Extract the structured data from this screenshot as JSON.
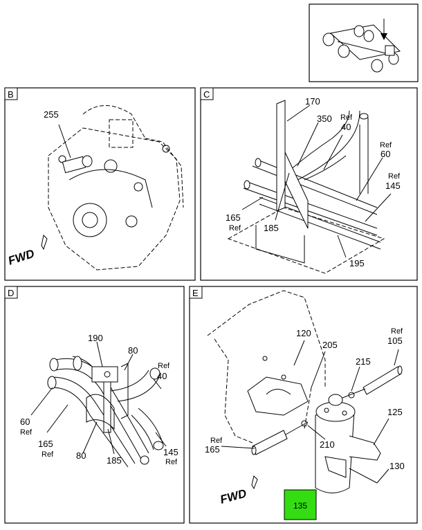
{
  "panels": {
    "b": {
      "letter": "B",
      "callouts": [
        "255"
      ],
      "fwd": "FWD"
    },
    "c": {
      "letter": "C",
      "callouts": [
        "170",
        "350",
        "Ref",
        "40",
        "Ref",
        "60",
        "Ref",
        "145",
        "165",
        "Ref",
        "185",
        "195"
      ]
    },
    "d": {
      "letter": "D",
      "callouts": [
        "190",
        "80",
        "Ref",
        "40",
        "60",
        "Ref",
        "165",
        "Ref",
        "80",
        "185",
        "145",
        "Ref"
      ]
    },
    "e": {
      "letter": "E",
      "callouts": [
        "120",
        "205",
        "Ref",
        "105",
        "215",
        "125",
        "Ref",
        "165",
        "210",
        "130"
      ],
      "fwd": "FWD",
      "highlight": "135",
      "highlight_color": "#33dd11"
    }
  },
  "icons": {
    "overview": "truck-chassis-icon",
    "fwd_arrow": "forward-arrow-icon"
  }
}
